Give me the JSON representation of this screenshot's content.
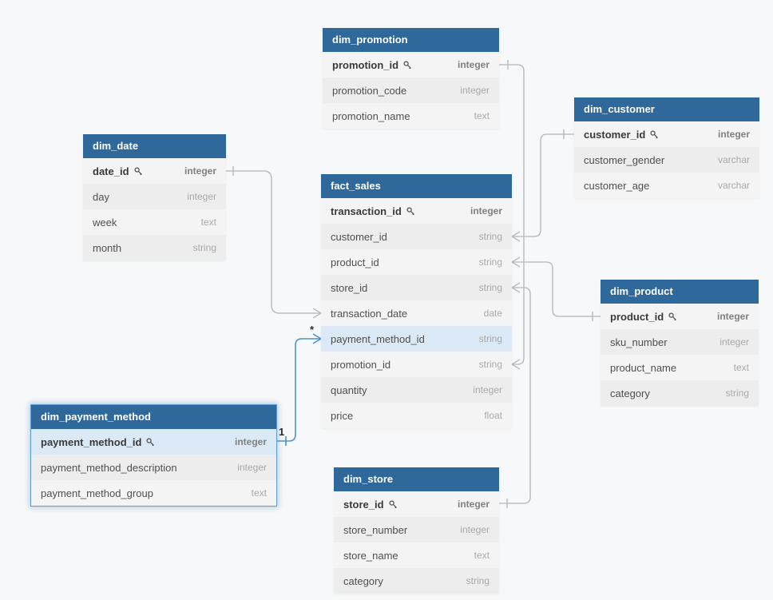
{
  "colors": {
    "canvas_bg": "#f7f8f9",
    "table_header": "#2f689a",
    "row_highlight": "#dbe9f6",
    "line": "#b2b5ba",
    "selected_line": "#4c92d3"
  },
  "tables": [
    {
      "title": "dim_promotion",
      "fields": [
        {
          "name": "promotion_id",
          "type": "integer",
          "pk": true
        },
        {
          "name": "promotion_code",
          "type": "integer",
          "pk": false
        },
        {
          "name": "promotion_name",
          "type": "text",
          "pk": false
        }
      ]
    },
    {
      "title": "dim_customer",
      "fields": [
        {
          "name": "customer_id",
          "type": "integer",
          "pk": true
        },
        {
          "name": "customer_gender",
          "type": "varchar",
          "pk": false
        },
        {
          "name": "customer_age",
          "type": "varchar",
          "pk": false
        }
      ]
    },
    {
      "title": "dim_date",
      "fields": [
        {
          "name": "date_id",
          "type": "integer",
          "pk": true
        },
        {
          "name": "day",
          "type": "integer",
          "pk": false
        },
        {
          "name": "week",
          "type": "text",
          "pk": false
        },
        {
          "name": "month",
          "type": "string",
          "pk": false
        }
      ]
    },
    {
      "title": "fact_sales",
      "fields": [
        {
          "name": "transaction_id",
          "type": "integer",
          "pk": true
        },
        {
          "name": "customer_id",
          "type": "string",
          "pk": false
        },
        {
          "name": "product_id",
          "type": "string",
          "pk": false
        },
        {
          "name": "store_id",
          "type": "string",
          "pk": false
        },
        {
          "name": "transaction_date",
          "type": "date",
          "pk": false
        },
        {
          "name": "payment_method_id",
          "type": "string",
          "pk": false
        },
        {
          "name": "promotion_id",
          "type": "string",
          "pk": false
        },
        {
          "name": "quantity",
          "type": "integer",
          "pk": false
        },
        {
          "name": "price",
          "type": "float",
          "pk": false
        }
      ]
    },
    {
      "title": "dim_product",
      "fields": [
        {
          "name": "product_id",
          "type": "integer",
          "pk": true
        },
        {
          "name": "sku_number",
          "type": "integer",
          "pk": false
        },
        {
          "name": "product_name",
          "type": "text",
          "pk": false
        },
        {
          "name": "category",
          "type": "string",
          "pk": false
        }
      ]
    },
    {
      "title": "dim_payment_method",
      "fields": [
        {
          "name": "payment_method_id",
          "type": "integer",
          "pk": true
        },
        {
          "name": "payment_method_description",
          "type": "integer",
          "pk": false
        },
        {
          "name": "payment_method_group",
          "type": "text",
          "pk": false
        }
      ]
    },
    {
      "title": "dim_store",
      "fields": [
        {
          "name": "store_id",
          "type": "integer",
          "pk": true
        },
        {
          "name": "store_number",
          "type": "integer",
          "pk": false
        },
        {
          "name": "store_name",
          "type": "text",
          "pk": false
        },
        {
          "name": "category",
          "type": "string",
          "pk": false
        }
      ]
    }
  ],
  "relationships": [
    {
      "from": "dim_date.date_id",
      "to": "fact_sales.transaction_date",
      "selected": false
    },
    {
      "from": "dim_payment_method.payment_method_id",
      "to": "fact_sales.payment_method_id",
      "selected": true,
      "one_label": "1",
      "many_label": "*"
    },
    {
      "from": "dim_promotion.promotion_id",
      "to": "fact_sales.promotion_id",
      "selected": false
    },
    {
      "from": "dim_customer.customer_id",
      "to": "fact_sales.customer_id",
      "selected": false
    },
    {
      "from": "dim_product.product_id",
      "to": "fact_sales.product_id",
      "selected": false
    },
    {
      "from": "dim_store.store_id",
      "to": "fact_sales.store_id",
      "selected": false
    }
  ]
}
